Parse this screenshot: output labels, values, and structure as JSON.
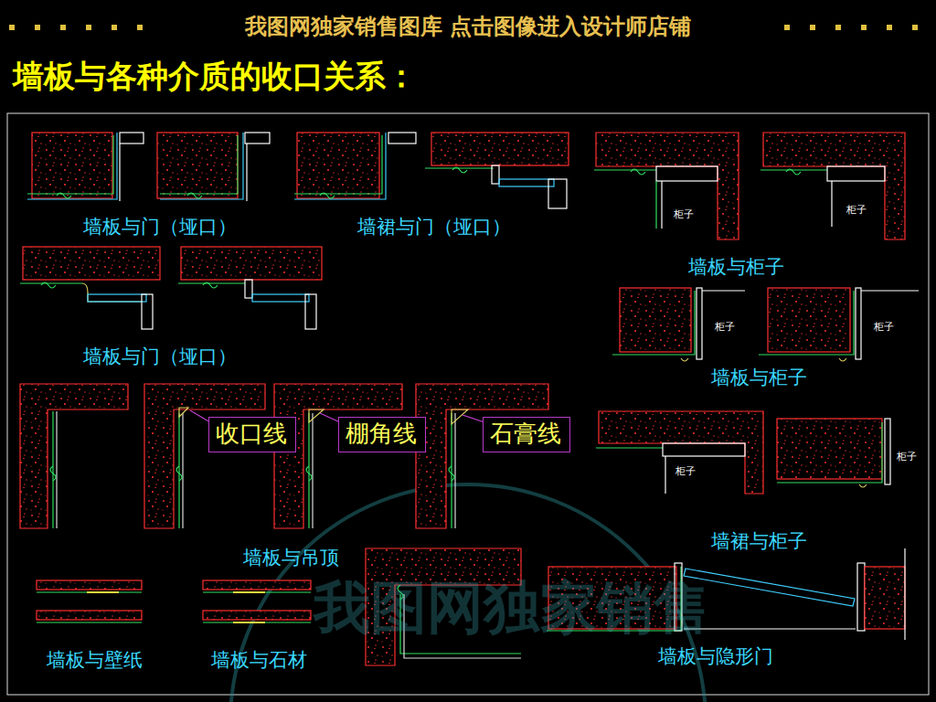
{
  "diagram": {
    "title": "墙板与各种介质的收口关系：",
    "nodes": [
      {
        "text": [
          "收口线"
        ]
      },
      {
        "text": [
          "棚角线"
        ]
      },
      {
        "text": [
          "石膏线"
        ]
      }
    ],
    "labels": [
      "我图网独家销售图库 点击图像进入设计师店铺",
      "墙板与门（垭口）",
      "墙裙与门（垭口）",
      "柜子",
      "柜子",
      "墙板与柜子",
      "柜子",
      "柜子",
      "墙板与门（垭口）",
      "墙板与柜子",
      "柜子",
      "柜子",
      "墙板与吊顶",
      "墙裙与柜子",
      "墙板与壁纸",
      "墙板与石材",
      "墙板与隐形门",
      "我图网独家销售"
    ]
  }
}
